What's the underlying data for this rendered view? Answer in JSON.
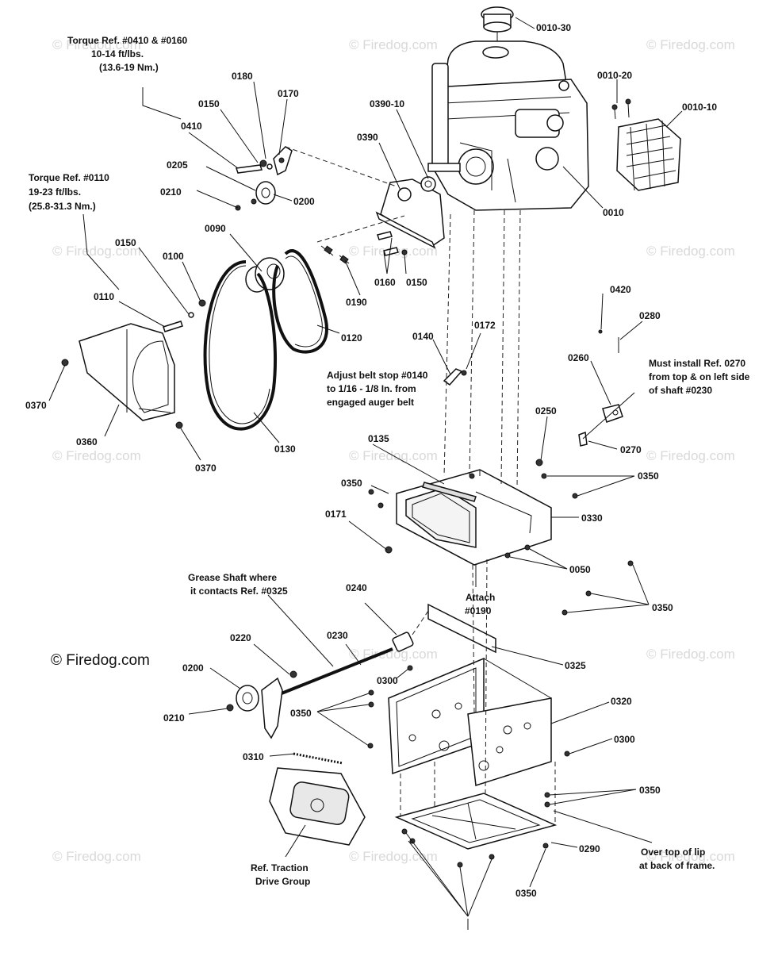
{
  "watermark": "© Firedog.com",
  "brand_mark": "© Firedog.com",
  "parts": {
    "p0010_30": "0010-30",
    "p0010_20": "0010-20",
    "p0010_10": "0010-10",
    "p0010": "0010",
    "p0390_10": "0390-10",
    "p0390": "0390",
    "p0180": "0180",
    "p0170": "0170",
    "p0150a": "0150",
    "p0410": "0410",
    "p0205": "0205",
    "p0200a": "0200",
    "p0210a": "0210",
    "p0090": "0090",
    "p0150b": "0150",
    "p0100": "0100",
    "p0110": "0110",
    "p0160": "0160",
    "p0150c": "0150",
    "p0190": "0190",
    "p0120": "0120",
    "p0370a": "0370",
    "p0360": "0360",
    "p0370b": "0370",
    "p0130": "0130",
    "p0420": "0420",
    "p0280": "0280",
    "p0260": "0260",
    "p0140": "0140",
    "p0172": "0172",
    "p0250": "0250",
    "p0270": "0270",
    "p0135": "0135",
    "p0350a": "0350",
    "p0350b": "0350",
    "p0330": "0330",
    "p0171": "0171",
    "p0050": "0050",
    "p0350c": "0350",
    "p0240": "0240",
    "p0230": "0230",
    "p0220": "0220",
    "p0200b": "0200",
    "p0300a": "0300",
    "p0325": "0325",
    "p0320": "0320",
    "p0350d": "0350",
    "p0210b": "0210",
    "p0310": "0310",
    "p0300b": "0300",
    "p0350e": "0350",
    "p0290": "0290",
    "p0350f": "0350"
  },
  "notes": {
    "torque_0410": [
      "Torque Ref. #0410 & #0160",
      "10-14 ft/lbs.",
      "(13.6-19 Nm.)"
    ],
    "torque_0110": [
      "Torque Ref. #0110",
      "19-23 ft/lbs.",
      "(25.8-31.3 Nm.)"
    ],
    "belt_stop": [
      "Adjust belt stop #0140",
      "to 1/16 - 1/8 In. from",
      "engaged auger belt"
    ],
    "install_0270": [
      "Must install Ref. 0270",
      "from top & on left side",
      "of shaft #0230"
    ],
    "attach_0190": [
      "Attach",
      "#0190"
    ],
    "grease": [
      "Grease Shaft where",
      "it contacts Ref. #0325"
    ],
    "traction": [
      "Ref. Traction",
      "Drive Group"
    ],
    "over_lip": [
      "Over top of lip",
      "at back of frame."
    ]
  }
}
